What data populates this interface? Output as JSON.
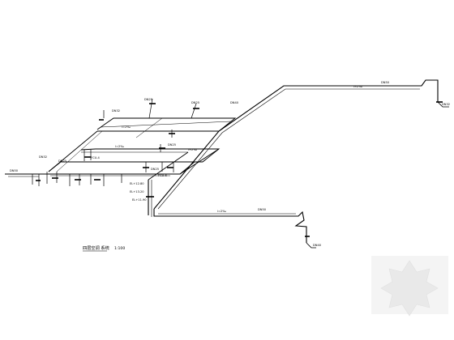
{
  "drawing": {
    "caption": "四层空调 系统",
    "scale": "1:100",
    "pipe_labels": {
      "dn25": "DN25",
      "dn32": "DN32",
      "dn40": "DN40",
      "dn50": "DN50",
      "slope": "i=2‰",
      "elev_a": "EL+12.80",
      "elev_b": "EL+13.20",
      "elev_c": "EL+11.90",
      "note_a": "FCU-4",
      "note_b": "FCU-6"
    }
  },
  "watermark": {
    "color": "#e5e5e5"
  },
  "colors": {
    "line": "#000000",
    "paper": "#ffffff"
  }
}
